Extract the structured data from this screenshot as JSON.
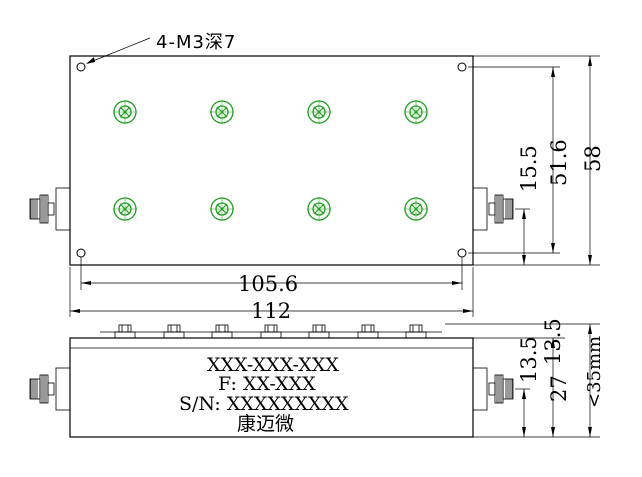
{
  "labels": {
    "hole_note": "4-M3深7",
    "dim_total_width": "112",
    "dim_hole_spacing_x": "105.6",
    "dim_total_height": "58",
    "dim_hole_spacing_y": "51.6",
    "dim_connector_offset": "15.5",
    "dim_side_13_5_a": "13.5",
    "dim_side_13_5_b": "13.5",
    "dim_side_27": "27",
    "dim_side_35": "<35mm"
  },
  "nameplate": {
    "model": "XXX-XXX-XXX",
    "frequency": "F: XX-XXX",
    "serial": "S/N: XXXXXXXXX",
    "brand": "康迈微"
  },
  "colors": {
    "outline": "#000000",
    "tuning_screw": "#1e9e1e"
  },
  "tuning_screws": {
    "rows": 2,
    "columns": 4
  },
  "side_tuning_studs": 7
}
